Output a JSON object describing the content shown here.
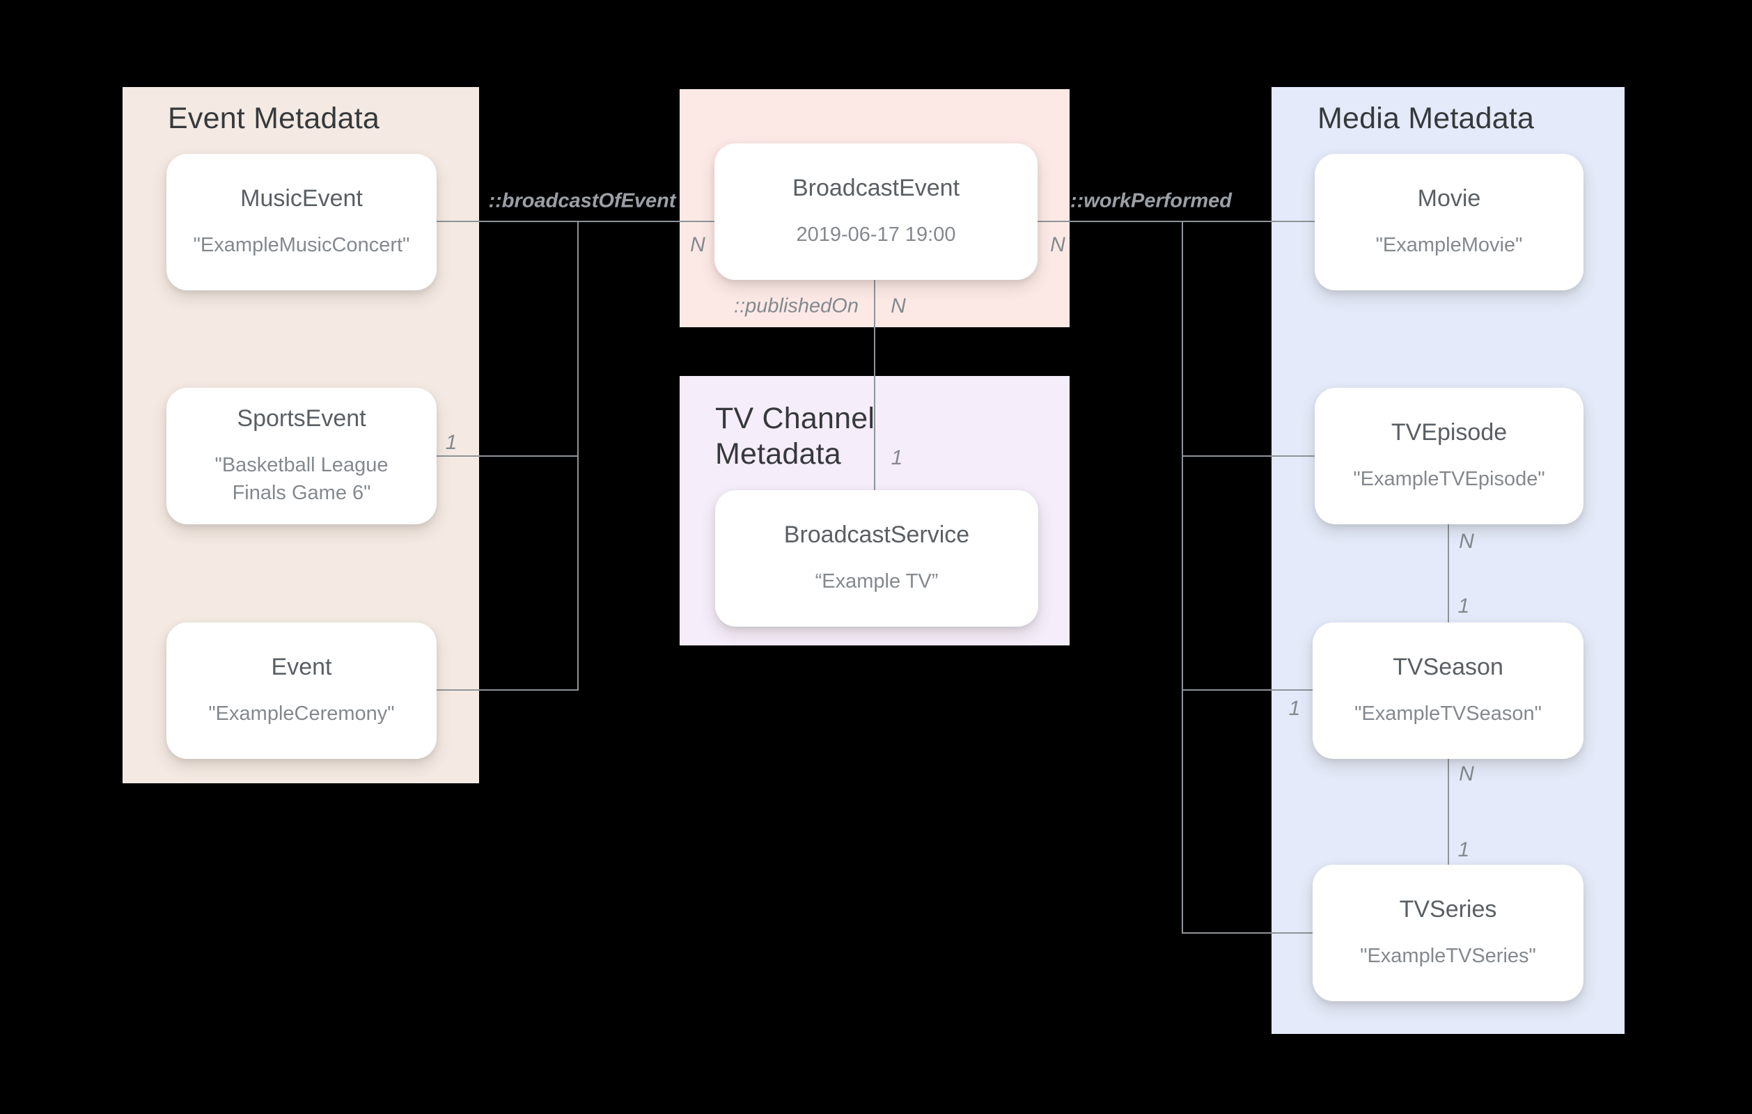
{
  "colors": {
    "background": "#000000",
    "panel_event_bg": "#F4EAE3",
    "panel_broadcast_bg": "#FCE9E6",
    "panel_tv_channel_bg": "#F5EDF9",
    "panel_media_bg": "#E4EAF9",
    "node_bg": "#FFFFFF",
    "line": "#8E9499",
    "panel_title_text": "#36393C",
    "node_title_text": "#5A5F64",
    "node_value_text": "#84898E",
    "edge_label_text": "#9AA0A6",
    "cardinality_text": "#84898E"
  },
  "panels": {
    "event": {
      "title": "Event Metadata"
    },
    "tv_channel": {
      "title": "TV Channel Metadata"
    },
    "media": {
      "title": "Media Metadata"
    }
  },
  "nodes": {
    "music_event": {
      "title": "MusicEvent",
      "value": "\"ExampleMusicConcert\""
    },
    "sports_event": {
      "title": "SportsEvent",
      "value": "\"Basketball League Finals Game 6\""
    },
    "event": {
      "title": "Event",
      "value": "\"ExampleCeremony\""
    },
    "broadcast_event": {
      "title": "BroadcastEvent",
      "value": "2019-06-17 19:00"
    },
    "broadcast_service": {
      "title": "BroadcastService",
      "value": "“Example TV”"
    },
    "movie": {
      "title": "Movie",
      "value": "\"ExampleMovie\""
    },
    "tv_episode": {
      "title": "TVEpisode",
      "value": "\"ExampleTVEpisode\""
    },
    "tv_season": {
      "title": "TVSeason",
      "value": "\"ExampleTVSeason\""
    },
    "tv_series": {
      "title": "TVSeries",
      "value": "\"ExampleTVSeries\""
    }
  },
  "edge_labels": {
    "broadcast_of_event": "::broadcastOfEvent",
    "work_performed": "::workPerformed",
    "published_on": "::publishedOn"
  },
  "cardinalities": {
    "broadcast_event_left_n": "N",
    "broadcast_event_right_n": "N",
    "published_on_n": "N",
    "broadcast_service_1": "1",
    "sports_event_1": "1",
    "tv_season_left_1": "1",
    "episode_season_n": "N",
    "episode_season_1": "1",
    "season_series_n": "N",
    "season_series_1": "1"
  }
}
